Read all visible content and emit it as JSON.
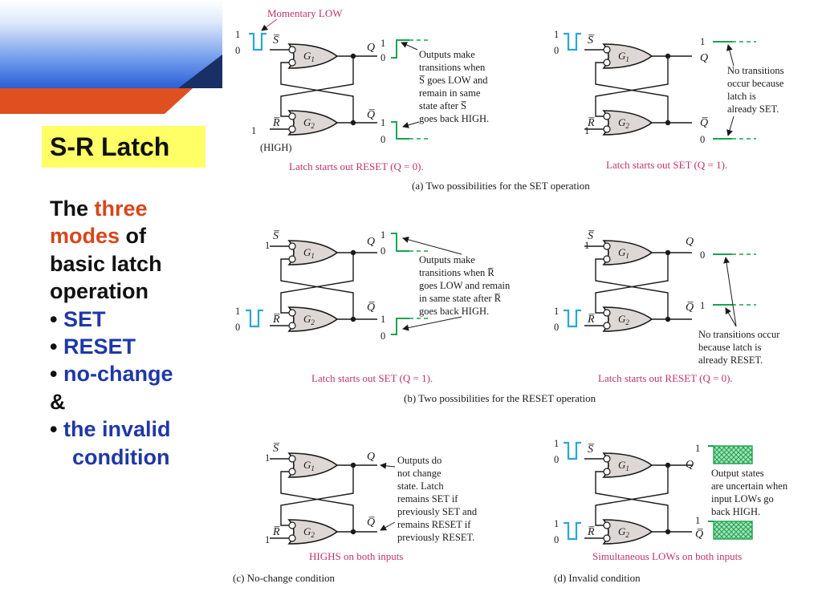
{
  "title": "S-R Latch",
  "body": {
    "line1_a": "The ",
    "line1_b": "three",
    "line2_a": "modes",
    "line2_b": " of",
    "line3": "basic latch",
    "line4": "operation",
    "bullet": "•",
    "set": "SET",
    "reset": "RESET",
    "nochange": "no-change",
    "amp": "&",
    "invalid1": "the invalid",
    "invalid2": "condition"
  },
  "colors": {
    "accent_orange": "#d9451a",
    "accent_blue": "#1e38a8",
    "title_bg": "#ffff66",
    "pulse_cyan": "#2aa7d6",
    "output_green": "#19a34f",
    "caption_pink": "#c0336b"
  },
  "diagram": {
    "momentary": "Momentary LOW",
    "high_label": "(HIGH)",
    "one": "1",
    "zero": "0",
    "g1": "G",
    "g2": "G",
    "sub1": "1",
    "sub2": "2",
    "a_left_note": [
      "Outputs make",
      "transitions when",
      "S̅ goes LOW and",
      "remain in same",
      "state after S̅",
      "goes back HIGH."
    ],
    "a_left_caption": "Latch starts out RESET (Q = 0).",
    "a_right_note": [
      "No transitions",
      "occur because",
      "latch is",
      "already SET."
    ],
    "a_right_caption": "Latch starts out SET (Q = 1).",
    "a_title": "(a)  Two possibilities for the SET operation",
    "b_left_note": [
      "Outputs make",
      "transitions when R̅",
      "goes LOW and remain",
      "in same state after R̅",
      "goes back HIGH."
    ],
    "b_left_caption": "Latch starts out SET (Q = 1).",
    "b_right_note": [
      "No transitions occur",
      "because latch is",
      "already RESET."
    ],
    "b_right_caption": "Latch starts out RESET (Q = 0).",
    "b_title": "(b)  Two possibilities for the RESET operation",
    "c_note": [
      "Outputs do",
      "not change",
      "state.  Latch",
      "remains SET if",
      "previously SET and",
      "remains RESET if",
      "previously RESET."
    ],
    "c_caption": "HIGHS on both inputs",
    "c_title": "(c)  No-change condition",
    "d_note": [
      "Output states",
      "are uncertain when",
      "input LOWs go",
      "back HIGH."
    ],
    "d_caption": "Simultaneous LOWs on both inputs",
    "d_title": "(d)  Invalid condition"
  }
}
